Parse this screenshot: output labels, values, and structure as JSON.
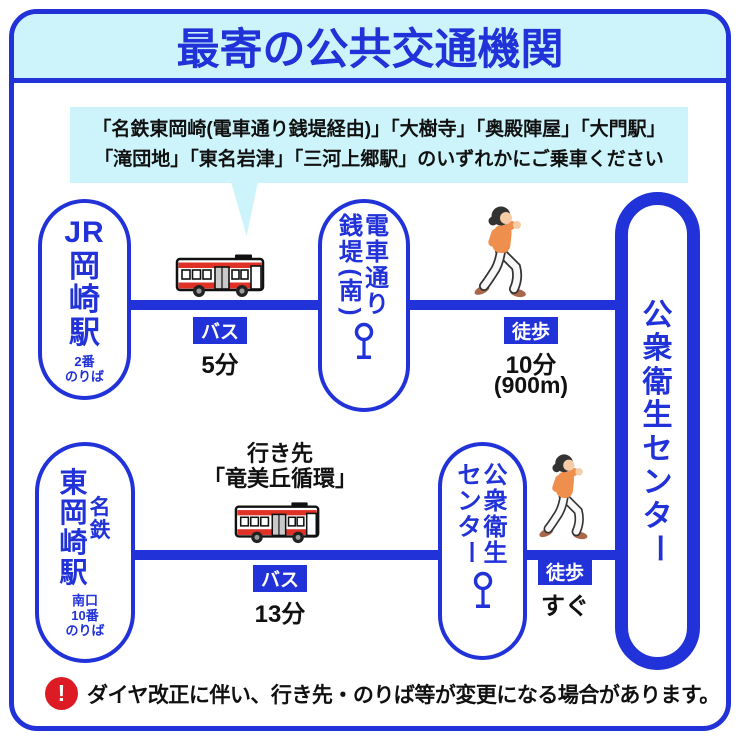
{
  "colors": {
    "blue": "#2132d8",
    "cyan": "#ccf4fa",
    "red": "#dd1b24",
    "bus_red": "#e03127",
    "orange": "#ef8f4e",
    "skin": "#f6cda6",
    "hair": "#333333",
    "shoe": "#a9684b",
    "ink": "#111111"
  },
  "header": {
    "title": "最寄の公共交通機関"
  },
  "notice": {
    "line1": "「名鉄東岡崎(電車通り銭堤経由)」「大樹寺」「奥殿陣屋」「大門駅」",
    "line2": "「滝団地」「東名岩津」「三河上郷駅」のいずれかにご乗車ください"
  },
  "destination": {
    "name": "公衆衛生センター"
  },
  "route1": {
    "origin": {
      "company": "JR",
      "station": "岡崎駅",
      "platform": "2番\nのりば"
    },
    "bus": {
      "label": "バス",
      "duration": "5分"
    },
    "stop": {
      "name_right": "電車通り",
      "name_left": "銭堤(南)"
    },
    "walk": {
      "label": "徒歩",
      "duration": "10分",
      "distance": "(900m)"
    }
  },
  "route2": {
    "origin": {
      "company": "名鉄",
      "station": "東岡崎駅",
      "platform": "南口\n10番\nのりば"
    },
    "bus": {
      "label": "バス",
      "duration": "13分",
      "destination_label": "行き先",
      "destination_name": "「竜美丘循環」"
    },
    "stop": {
      "name_right": "公衆衛生",
      "name_left": "センター"
    },
    "walk": {
      "label": "徒歩",
      "duration": "すぐ"
    }
  },
  "footer": {
    "warning": "ダイヤ改正に伴い、行き先・のりば等が変更になる場合があります。"
  },
  "icons": [
    "bus-icon",
    "walker-icon",
    "bus-stop-sign-icon",
    "warning-exclamation-icon"
  ]
}
